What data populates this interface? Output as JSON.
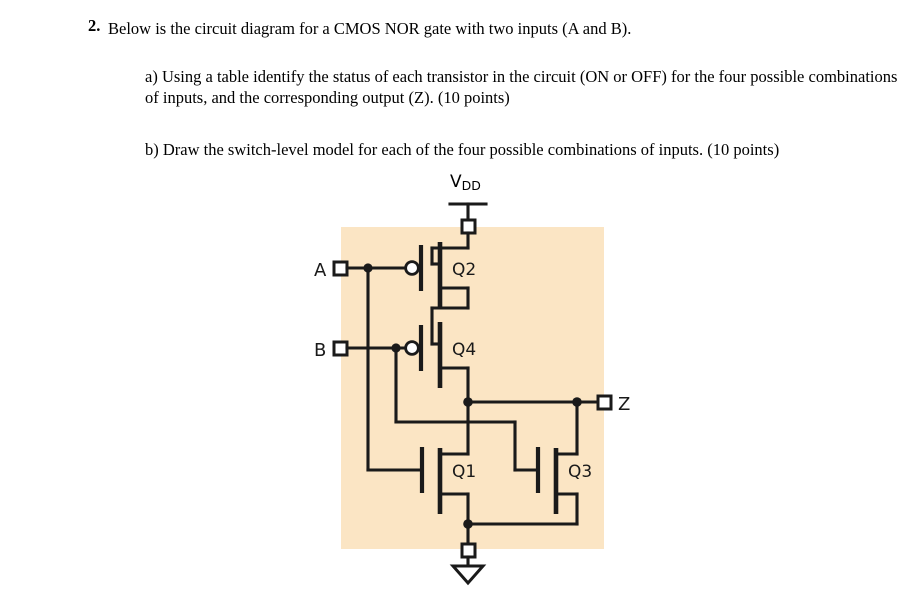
{
  "question": {
    "number": "2.",
    "stem": "Below is the circuit diagram for a CMOS NOR gate with two inputs (A and B).",
    "parts": [
      {
        "id": "a",
        "text": "a) Using a  table identify the status of each transistor in the circuit  (ON or OFF) for the four possible combinations of inputs, and the corresponding output (Z).  (10 points)"
      },
      {
        "id": "b",
        "text": "b) Draw the switch-level model for each of the four possible combinations of inputs. (10 points)"
      }
    ]
  },
  "figure": {
    "title": "cmos-nor-gate-schematic",
    "background_color": "#FBE5C4",
    "wire_color": "#1a1a1a",
    "supply": {
      "label_main": "V",
      "label_sub": "DD",
      "symbol": "vdd-bar-terminal"
    },
    "ground": {
      "symbol": "ground-triangle"
    },
    "terminals": [
      {
        "name": "A",
        "label": "A",
        "type": "input-pin"
      },
      {
        "name": "B",
        "label": "B",
        "type": "input-pin"
      },
      {
        "name": "Z",
        "label": "Z",
        "type": "output-pin"
      }
    ],
    "transistors": [
      {
        "name": "Q2",
        "label": "Q2",
        "type": "pmos",
        "gate_input": "A",
        "position": "pull-up-top"
      },
      {
        "name": "Q4",
        "label": "Q4",
        "type": "pmos",
        "gate_input": "B",
        "position": "pull-up-bottom"
      },
      {
        "name": "Q1",
        "label": "Q1",
        "type": "nmos",
        "gate_input": "A",
        "position": "pull-down-left"
      },
      {
        "name": "Q3",
        "label": "Q3",
        "type": "nmos",
        "gate_input": "B",
        "position": "pull-down-right"
      }
    ]
  }
}
